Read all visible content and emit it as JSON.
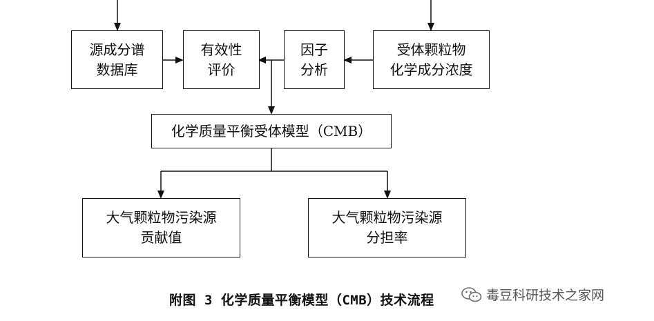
{
  "diagram": {
    "boxes": {
      "source_profile_db": {
        "line1": "源成分谱",
        "line2": "数据库"
      },
      "validity_eval": {
        "line1": "有效性",
        "line2": "评价"
      },
      "factor_analysis": {
        "line1": "因子",
        "line2": "分析"
      },
      "receptor_concentration": {
        "line1": "受体颗粒物",
        "line2": "化学成分浓度"
      },
      "cmb_model": {
        "line1": "化学质量平衡受体模型（CMB）"
      },
      "contribution_value": {
        "line1": "大气颗粒物污染源",
        "line2": "贡献值"
      },
      "share_rate": {
        "line1": "大气颗粒物污染源",
        "line2": "分担率"
      }
    },
    "caption": "附图 3  化学质量平衡模型（CMB）技术流程",
    "watermark": {
      "text": "毒豆科研技术之家网",
      "icon": "wechat-icon"
    }
  }
}
